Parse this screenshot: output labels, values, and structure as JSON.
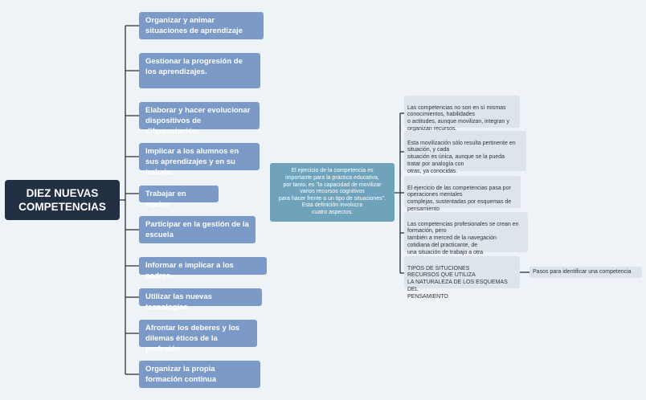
{
  "root": {
    "label": "DIEZ NUEVAS\nCOMPETENCIAS"
  },
  "competencias": [
    "Organizar y animar situaciones de aprendizaje",
    "Gestionar la progresión de los aprendizajes.",
    "Elaborar y hacer evolucionar dispositivos de diferenciación.",
    "Implicar a los alumnos en sus aprendizajes y en su trabajo.",
    "Trabajar en equipo",
    "Participar en la gestión de la escuela",
    "Informar e implicar a los padres.",
    "Utilizar las nuevas tecnologías.",
    "Afrontar los deberes y los dilemas éticos de la profesión",
    "Organizar la propia formación continua"
  ],
  "center": {
    "text": "El ejercicio de la competencia es\nimportante para la práctica educativa,\npor tanto, es \"la capacidad de movilizar\nvarios recursos cognitivos\npara hacer frente a un tipo de situaciones\".\nEsta definición involucra\ncuatro aspectos:"
  },
  "aspectos": [
    "Las competencias no son en sí mismas\nconocimientos, habilidades\no actitudes, aunque movilizan, integran y\norganizan recursos.",
    "Esta movilización sólo resulta pertinente en\nsituación, y cada\nsituación es única, aunque se la pueda\ntratar por analogía con\notras, ya conocidas.",
    "El ejercicio de las competencias pasa por\noperaciones mentales\ncomplejas, sustentadas por esquemas de\npensamiento",
    "Las competencias profesionales se crean en\nformación, pero\ntambién a merced de la navegación\ncotidiana del practicante, de\nuna situación de trabajo a otra",
    "TIPOS DE SITUCIONES\nRECURSOS QUE UTILIZA\nLA NATURALEZA DE LOS ESQUEMAS DEL\nPENSAMIENTO"
  ],
  "pasos": {
    "label": "Pasos para identificar una competencia"
  },
  "colors": {
    "root_fill": "#233044",
    "competencia_fill": "#7b9ac7",
    "center_fill": "#6fa3bc",
    "note_fill": "#dde4ec",
    "connector": "#2b2f36",
    "background": "#eef3f8"
  }
}
